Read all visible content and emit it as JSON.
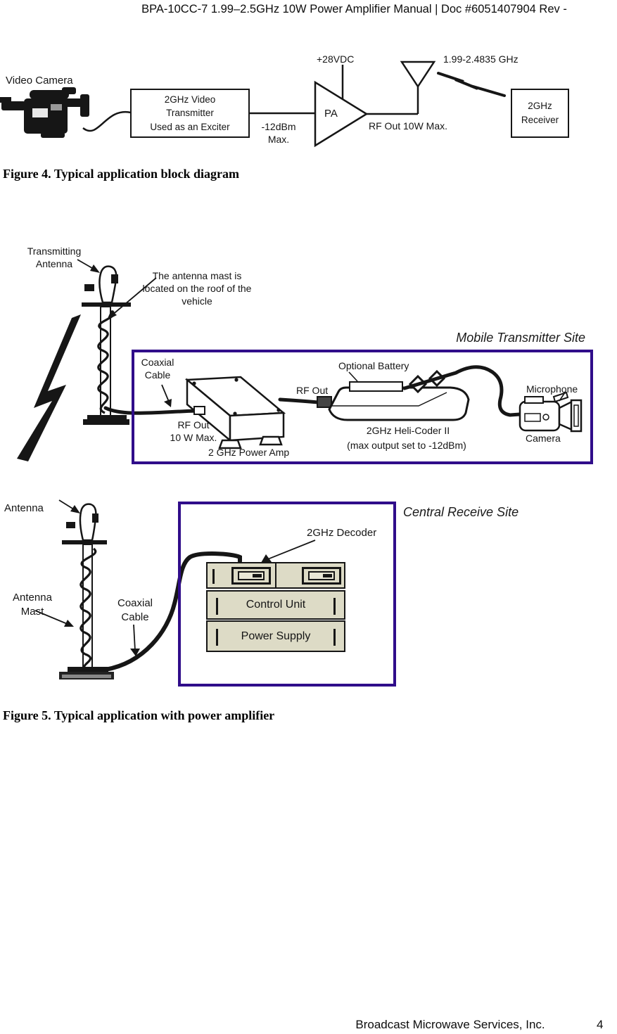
{
  "page": {
    "header": "BPA-10CC-7 1.99–2.5GHz 10W Power Amplifier Manual | Doc #6051407904 Rev -",
    "footer": "Broadcast Microwave Services, Inc.",
    "page_number": "4"
  },
  "colors": {
    "site_box_border": "#300d8a",
    "rack_fill": "#dddbc6"
  },
  "figure4": {
    "caption": "Figure 4. Typical application block diagram",
    "video_camera_label": "Video Camera",
    "transmitter_box": "2GHz Video\nTransmitter\nUsed as an Exciter",
    "input_level": "-12dBm\nMax.",
    "supply_voltage": "+28VDC",
    "pa_label": "PA",
    "rf_out_label": "RF Out 10W Max.",
    "frequency_range": "1.99-2.4835 GHz",
    "receiver_box": "2GHz\nReceiver"
  },
  "figure5": {
    "caption": "Figure 5. Typical application with power amplifier",
    "mobile_site": {
      "title": "Mobile Transmitter Site",
      "transmitting_antenna_label": "Transmitting\nAntenna",
      "mast_note": "The antenna mast is\nlocated on the roof of the\nvehicle",
      "coaxial_cable_label": "Coaxial\nCable",
      "rf_out_10w_label": "RF Out\n10 W Max.",
      "power_amp_label": "2 GHz Power Amp",
      "rf_out_label": "RF Out",
      "optional_battery_label": "Optional Battery",
      "helicoder_label": "2GHz Heli-Coder II",
      "helicoder_note": "(max output set to -12dBm)",
      "microphone_label": "Microphone",
      "camera_label": "Camera"
    },
    "receive_site": {
      "title": "Central Receive Site",
      "antenna_label": "Antenna",
      "antenna_mast_label": "Antenna\nMast",
      "coaxial_cable_label": "Coaxial\nCable",
      "decoder_label": "2GHz Decoder",
      "rack_units": [
        "Control Unit",
        "Power Supply"
      ]
    }
  }
}
